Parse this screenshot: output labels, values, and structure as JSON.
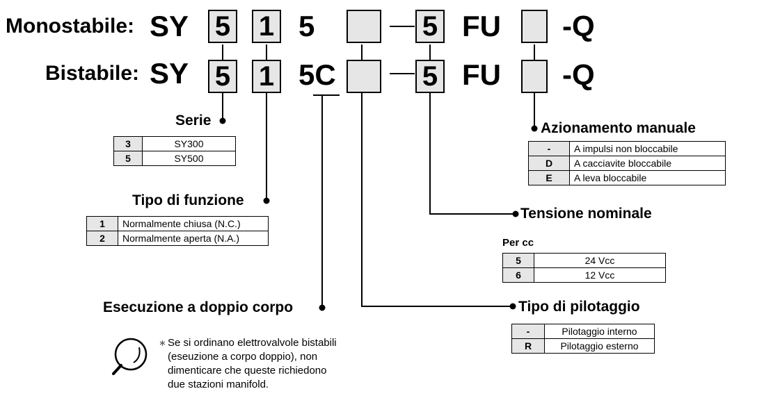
{
  "rows": {
    "mono": {
      "label": "Monostabile:",
      "prefix": "SY",
      "d1": "5",
      "d2": "1",
      "d3": "5",
      "d4": "5",
      "fu": "FU",
      "suffix": "-Q"
    },
    "bi": {
      "label": "Bistabile:",
      "prefix": "SY",
      "d1": "5",
      "d2": "1",
      "d3": "5C",
      "d4": "5",
      "fu": "FU",
      "suffix": "-Q"
    }
  },
  "serie": {
    "title": "Serie",
    "rows": [
      {
        "key": "3",
        "value": "SY300"
      },
      {
        "key": "5",
        "value": "SY500"
      }
    ]
  },
  "funzione": {
    "title": "Tipo di funzione",
    "rows": [
      {
        "key": "1",
        "value": "Normalmente chiusa (N.C.)"
      },
      {
        "key": "2",
        "value": "Normalmente aperta (N.A.)"
      }
    ]
  },
  "doppio": {
    "title": "Esecuzione a doppio corpo"
  },
  "note": {
    "asterisk": "∗",
    "text": "Se si ordinano elettrovalvole bistabili (eseuzione a corpo doppio), non dimenticare che queste richiedono due stazioni manifold."
  },
  "manuale": {
    "title": "Azionamento manuale",
    "rows": [
      {
        "key": "-",
        "value": "A impulsi non bloccabile"
      },
      {
        "key": "D",
        "value": "A cacciavite bloccabile"
      },
      {
        "key": "E",
        "value": "A leva bloccabile"
      }
    ]
  },
  "tensione": {
    "title": "Tensione nominale",
    "subtitle": "Per cc",
    "rows": [
      {
        "key": "5",
        "value": "24 Vcc"
      },
      {
        "key": "6",
        "value": "12 Vcc"
      }
    ]
  },
  "pilotaggio": {
    "title": "Tipo di pilotaggio",
    "rows": [
      {
        "key": "-",
        "value": "Pilotaggio interno"
      },
      {
        "key": "R",
        "value": "Pilotaggio esterno"
      }
    ]
  },
  "colors": {
    "box_fill": "#e6e6e6",
    "line": "#000000"
  }
}
